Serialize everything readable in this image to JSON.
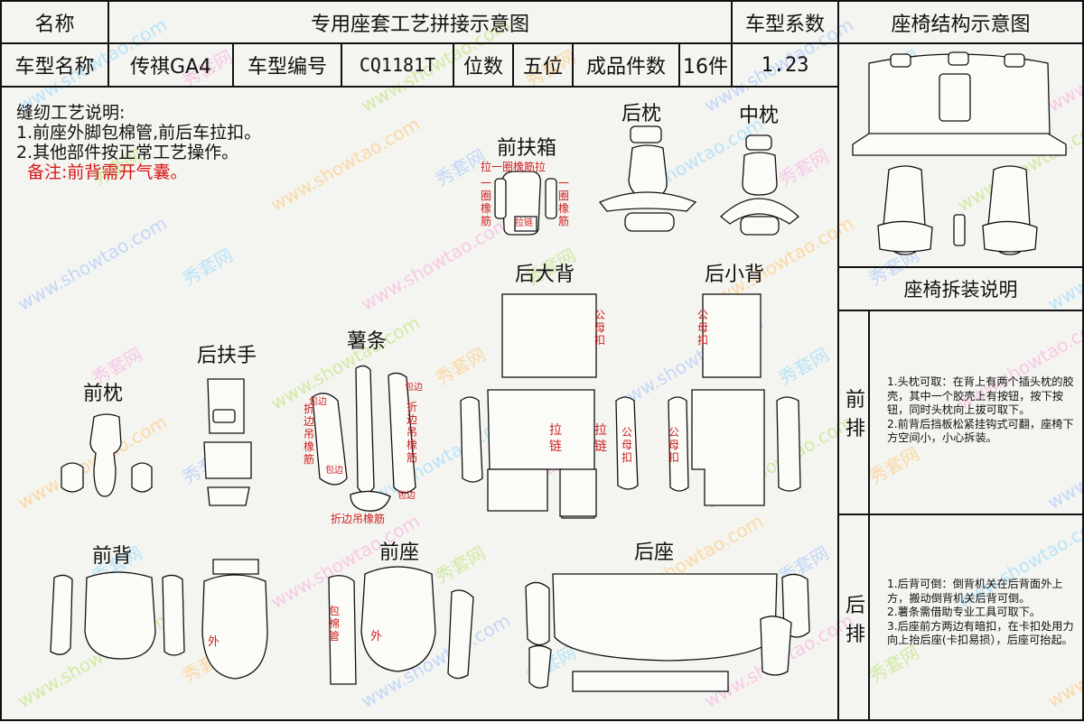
{
  "header": {
    "name_label": "名称",
    "title": "专用座套工艺拼接示意图",
    "coeff_label": "车型系数",
    "structure_title": "座椅结构示意图",
    "model_name_label": "车型名称",
    "model_name": "传祺GA4",
    "model_code_label": "车型编号",
    "model_code": "CQ1181T",
    "seats_label": "位数",
    "seats": "五位",
    "pieces_label": "成品件数",
    "pieces": "16件",
    "coeff": "1.23"
  },
  "notes": {
    "title": "缝纫工艺说明:",
    "line1": "1.前座外脚包棉管,前后车拉扣。",
    "line2": "2.其他部件按正常工艺操作。",
    "remark": "备注:前背需开气囊。"
  },
  "sections": {
    "front_armrest": "前扶箱",
    "rear_pillow": "后枕",
    "mid_pillow": "中枕",
    "rear_big_back": "后大背",
    "rear_small_back": "后小背",
    "potato_strip": "薯条",
    "rear_armrest": "后扶手",
    "front_pillow": "前枕",
    "front_back": "前背",
    "front_seat": "前座",
    "rear_seat": "后座"
  },
  "annotations": {
    "pull_elastic": "拉一圈橡筋拉",
    "left_elastic": "一圈橡筋",
    "right_elastic": "一圈橡筋",
    "zipper_small": "拉链",
    "male_female_clip": "公母扣",
    "zipper_a": "拉链",
    "zipper_b": "拉链",
    "fold_elastic": "折边吊橡筋",
    "fold_elastic_bottom": "折边吊橡筋",
    "wrap_edge_1": "包边",
    "wrap_edge_2": "包边",
    "wrap_edge_3": "包边",
    "wrap_edge_4": "包边",
    "outer_1": "外",
    "outer_2": "外",
    "wrap_cotton": "包棉管"
  },
  "disassembly": {
    "title": "座椅拆装说明",
    "front_row_label": "前排",
    "front_text": "1.头枕可取：在背上有两个插头枕的胶壳，其中一个胶壳上有按钮，按下按钮，同时头枕向上拔可取下。\n2.前背后挡板松紧挂钩式可翻，座椅下方空间小，小心拆装。",
    "rear_row_label": "后排",
    "rear_text": "1.后背可倒：倒背机关在后背面外上方，搬动倒背机关后背可倒。\n2.薯条需借助专业工具可取下。\n3.后座前方两边有暗扣，在卡扣处用力向上抬后座(卡扣易损），后座可抬起。"
  },
  "watermark": {
    "cn": "秀套网",
    "url": "www.showtao.com"
  }
}
